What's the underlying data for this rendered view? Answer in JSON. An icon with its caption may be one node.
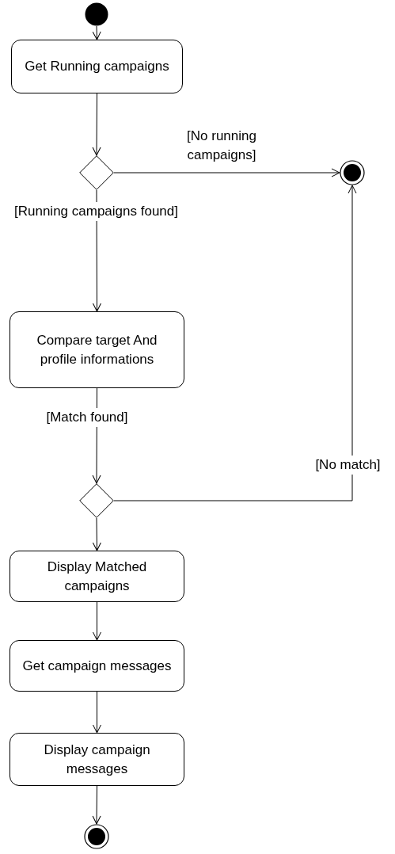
{
  "diagram": {
    "nodes": [
      {
        "text": [],
        "shape": "circle"
      },
      {
        "text": [
          "Get Running campaigns"
        ]
      },
      {
        "text": [],
        "shape": "diamond"
      },
      {
        "text": [],
        "shape": "circle"
      },
      {
        "text": [
          "Compare target And profile informations"
        ]
      },
      {
        "text": [],
        "shape": "diamond"
      },
      {
        "text": [
          "Display Matched campaigns"
        ]
      },
      {
        "text": [
          "Get campaign messages"
        ]
      },
      {
        "text": [
          "Display campaign messages"
        ]
      },
      {
        "text": [],
        "shape": "circle"
      }
    ],
    "edges": [
      {
        "from": 0,
        "to": 1,
        "arrow": "to"
      },
      {
        "from": 1,
        "to": 2,
        "arrow": "to"
      },
      {
        "from": 2,
        "to": 3,
        "arrow": "to",
        "label": "[No running campaigns]"
      },
      {
        "from": 2,
        "to": 4,
        "arrow": "to",
        "label": "[Running campaigns found]"
      },
      {
        "from": 4,
        "to": 5,
        "arrow": "to",
        "label": "[Match found]"
      },
      {
        "from": 5,
        "to": 3,
        "arrow": "to",
        "label": "[No match]"
      },
      {
        "from": 5,
        "to": 6,
        "arrow": "to"
      },
      {
        "from": 6,
        "to": 7,
        "arrow": "to"
      },
      {
        "from": 7,
        "to": 8,
        "arrow": "to"
      },
      {
        "from": 8,
        "to": 9,
        "arrow": "to"
      }
    ]
  }
}
